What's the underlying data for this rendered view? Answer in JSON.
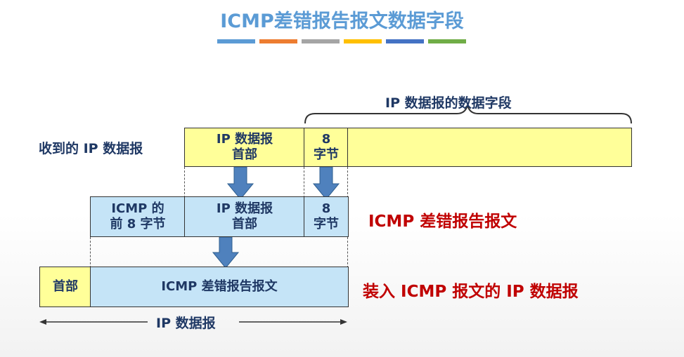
{
  "title": "ICMP差错报告报文数据字段",
  "brace_label": "IP 数据报的数据字段",
  "row1": {
    "label": "收到的 IP 数据报",
    "header": "IP 数据报\n首部",
    "bytes8": "8\n字节",
    "data": ""
  },
  "row2": {
    "icmp_first8": "ICMP 的\n前 8 字节",
    "header": "IP 数据报\n首部",
    "bytes8": "8\n字节",
    "label": "ICMP 差错报告报文"
  },
  "row3": {
    "header": "首部",
    "body": "ICMP 差错报告报文",
    "label": "装入 ICMP 报文的 IP 数据报"
  },
  "bottom_label": "IP 数据报",
  "colors": {
    "title": "#5b9bd5",
    "yellow": "#ffff99",
    "blue": "#c5e4f7",
    "arrow": "#4f81bd",
    "red": "#c00000",
    "accent_bars": [
      "#5b9bd5",
      "#ed7d31",
      "#a5a5a5",
      "#ffc000",
      "#4472c4",
      "#70ad47"
    ]
  }
}
